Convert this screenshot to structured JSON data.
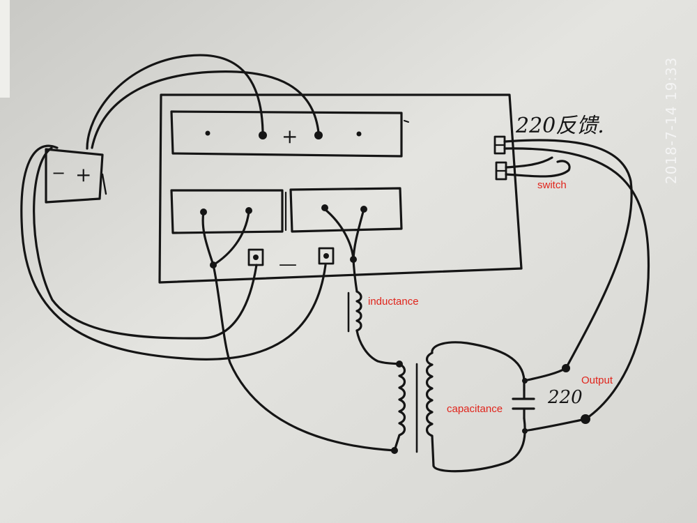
{
  "board": {
    "plus_sign": "+",
    "minus_sign": "—"
  },
  "battery": {
    "minus_sign": "−",
    "plus_sign": "+"
  },
  "feedback_label": "220反馈.",
  "labels": {
    "switch": "switch",
    "inductance": "inductance",
    "capacitance": "capacitance",
    "output": "Output",
    "output_voltage": "220"
  },
  "timestamp": "2018-7-14 19:33",
  "colors": {
    "ink": "#151515",
    "annotation": "#e0241b",
    "paper": "#dcdcd8",
    "timestamp": "#f4f4f4"
  }
}
